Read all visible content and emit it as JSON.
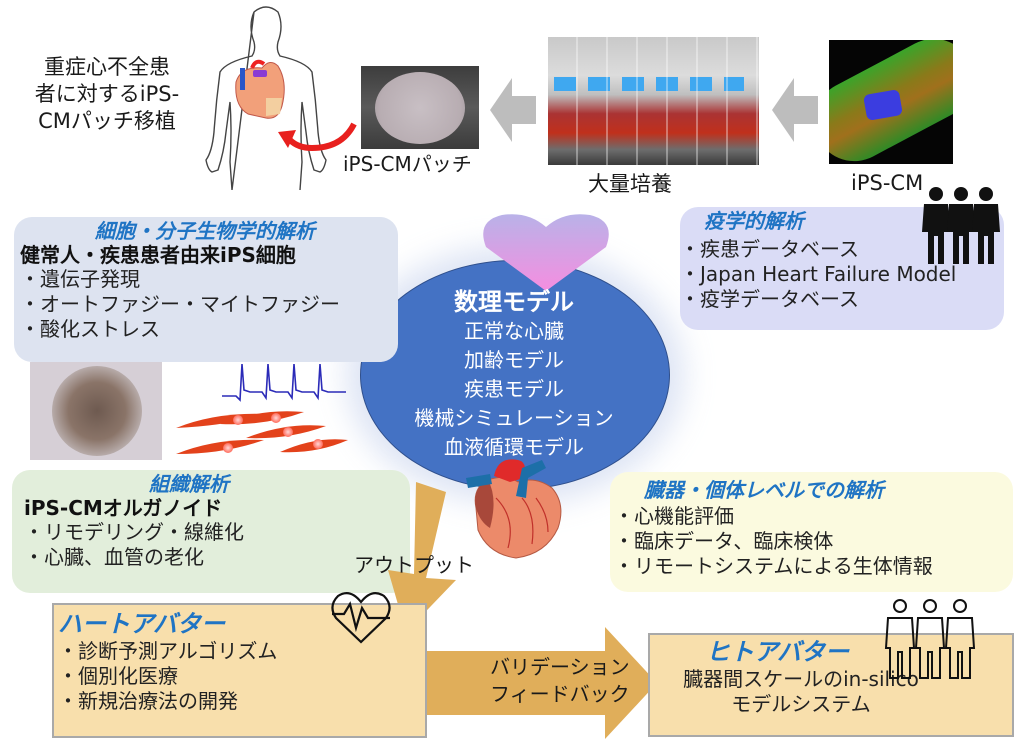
{
  "top_row": {
    "transplant_caption": [
      "重症心不全患",
      "者に対するiPS-",
      "CMパッチ移植"
    ],
    "patch_label": "iPS-CMパッチ",
    "culture_label": "大量培養",
    "ipscm_label": "iPS-CM"
  },
  "cell_box": {
    "title": "細胞・分子生物学的解析",
    "subtitle": "健常人・疾患患者由来iPS細胞",
    "items": [
      "遺伝子発現",
      "オートファジー・マイトファジー",
      "酸化ストレス"
    ]
  },
  "epi_box": {
    "title": "疫学的解析",
    "items": [
      "疾患データベース",
      "Japan Heart Failure Model",
      "疫学データベース"
    ]
  },
  "math_model": {
    "title": "数理モデル",
    "items": [
      "正常な心臓",
      "加齢モデル",
      "疾患モデル",
      "機械シミュレーション",
      "血液循環モデル"
    ]
  },
  "tissue_box": {
    "title": "組織解析",
    "subtitle": "iPS-CMオルガノイド",
    "items": [
      "リモデリング・線維化",
      "心臓、血管の老化"
    ]
  },
  "organ_box": {
    "title": "臓器・個体レベルでの解析",
    "items": [
      "心機能評価",
      "臨床データ、臨床検体",
      "リモートシステムによる生体情報"
    ]
  },
  "output_label": "アウトプット",
  "heart_avatar": {
    "title": "ハートアバター",
    "items": [
      "診断予測アルゴリズム",
      "個別化医療",
      "新規治療法の開発"
    ]
  },
  "validation_arrow": [
    "バリデーション",
    "フィードバック"
  ],
  "human_avatar": {
    "title": "ヒトアバター",
    "lines": [
      "臓器間スケールのin-silico",
      "モデルシステム"
    ]
  },
  "colors": {
    "ellipse": "#4472c4",
    "accent_title": "#1f74c4",
    "cell_box_bg": "#dde3f0",
    "epi_box_bg": "#dadcf6",
    "tissue_box_bg": "#e2eedb",
    "organ_box_bg": "#fbfadf",
    "avatar_box_bg": "#f8dfac",
    "arrow_gold": "#e0ae5a",
    "arrow_gray": "#bdbdbd",
    "patch_arrow": "#e8201e"
  }
}
